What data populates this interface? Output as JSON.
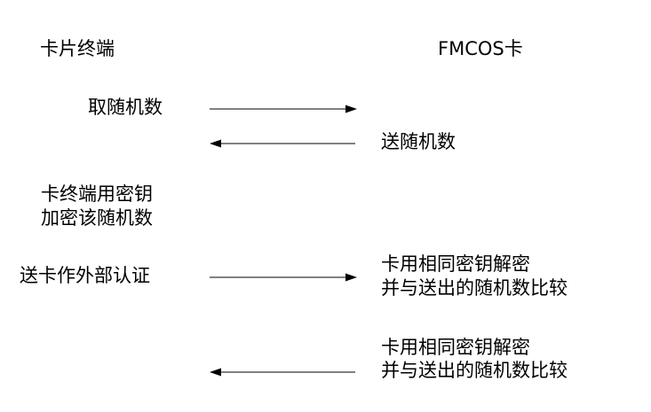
{
  "headers": {
    "left": "卡片终端",
    "right": "FMCOS卡"
  },
  "steps": [
    {
      "terminal_text": "取随机数",
      "arrow": "to-card"
    },
    {
      "card_text": "送随机数",
      "arrow": "to-terminal"
    },
    {
      "terminal_lines": [
        "卡终端用密钥",
        "加密该随机数"
      ]
    },
    {
      "terminal_text": "送卡作外部认证",
      "arrow": "to-card",
      "card_lines": [
        "卡用相同密钥解密",
        "并与送出的随机数比较"
      ]
    },
    {
      "card_lines": [
        "卡用相同密钥解密",
        "并与送出的随机数比较"
      ],
      "arrow": "to-terminal"
    }
  ]
}
